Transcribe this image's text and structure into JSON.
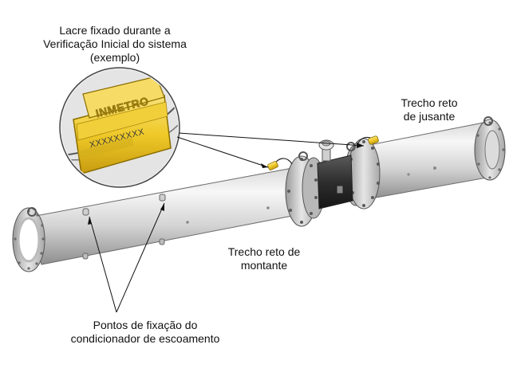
{
  "labels": {
    "seal_caption": [
      "Lacre fixado durante a",
      "Verificação Inicial do sistema",
      "(exemplo)"
    ],
    "downstream": [
      "Trecho reto",
      "de jusante"
    ],
    "upstream": [
      "Trecho reto de",
      "montante"
    ],
    "fixation": [
      "Pontos de fixação do",
      "condicionador de escoamento"
    ]
  },
  "seal": {
    "brand": "INMETRO",
    "serial": "XXXXXXXXX"
  },
  "colors": {
    "pipe_light": "#f2f2f2",
    "pipe_mid": "#cfcfcf",
    "pipe_dark": "#8a8a8a",
    "seal_yellow": "#f3d23c",
    "seal_dark": "#c9a514",
    "meter_body": "#3a3a3a"
  }
}
